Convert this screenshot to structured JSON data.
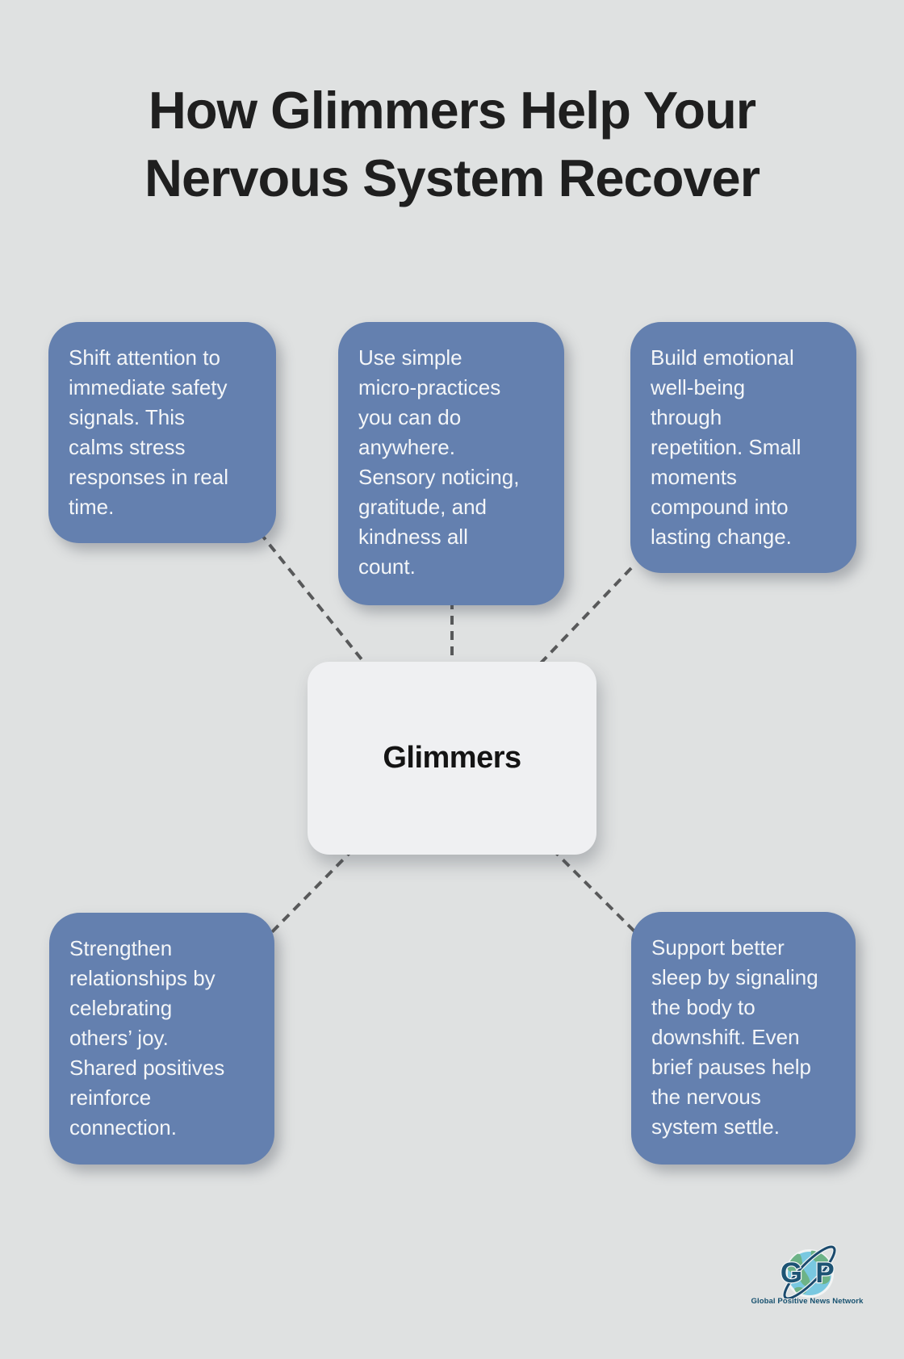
{
  "title": {
    "text": "How Glimmers Help Your\nNervous System Recover"
  },
  "center_node": {
    "label": "Glimmers"
  },
  "nodes": [
    {
      "id": "shift-attention",
      "text": "Shift attention to\nimmediate safety\nsignals. This\ncalms stress\nresponses in real\ntime."
    },
    {
      "id": "micro-practices",
      "text": "Use simple\nmicro-practices\nyou can do\nanywhere.\nSensory noticing,\ngratitude, and\nkindness all\ncount."
    },
    {
      "id": "emotional-wellbeing",
      "text": "Build emotional\nwell-being\nthrough\nrepetition. Small\nmoments\ncompound into\nlasting change."
    },
    {
      "id": "relationships",
      "text": "Strengthen\nrelationships by\ncelebrating\nothers’ joy.\nShared positives\nreinforce\nconnection."
    },
    {
      "id": "sleep",
      "text": "Support better\nsleep by signaling\nthe body to\ndownshift. Even\nbrief pauses help\nthe nervous\nsystem settle."
    }
  ],
  "logo": {
    "letter_g": "G",
    "letter_p": "P",
    "caption": "Global Positive News Network"
  },
  "colors": {
    "background": "#dfe1e1",
    "node_fill": "#6480af",
    "node_text": "#f4f6f8",
    "center_fill": "#eff0f2",
    "center_text": "#141414",
    "title_text": "#1f1f1f",
    "connector": "#58595a",
    "logo_navy": "#1d5474",
    "globe_water": "#79c8e0",
    "globe_land": "#6db387"
  }
}
